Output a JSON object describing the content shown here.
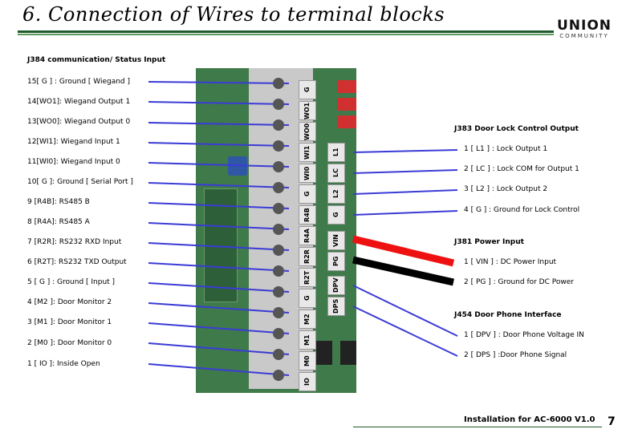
{
  "title": "6. Connection of Wires to terminal blocks",
  "logo": {
    "main": "UNION",
    "sub": "COMMUNITY"
  },
  "j384": {
    "header": "J384 communication/ Status Input",
    "pins": [
      "15[ G ] : Ground [ Wiegand ]",
      "14[WO1]: Wiegand Output 1",
      "13[WO0]: Wiegand Output 0",
      "12[WI1]: Wiegand Input 1",
      "11[WI0]: Wiegand Input 0",
      "10[ G ]: Ground [ Serial Port ]",
      "9 [R4B]: RS485 B",
      "8 [R4A]: RS485 A",
      "7 [R2R]: RS232 RXD Input",
      "6 [R2T]: RS232 TXD Output",
      "5 [ G ] : Ground [ Input ]",
      "4 [M2 ]: Door Monitor 2",
      "3 [M1 ]: Door Monitor 1",
      "2 [M0 ]: Door Monitor 0",
      "1 [ IO ]: Inside Open"
    ],
    "terminal_labels": [
      "G",
      "WO1",
      "WO0",
      "WI1",
      "WI0",
      "G",
      "R4B",
      "R4A",
      "R2R",
      "R2T",
      "G",
      "M2",
      "M1",
      "M0",
      "IO"
    ]
  },
  "j383": {
    "header": "J383 Door Lock Control Output",
    "pins": [
      "1 [ L1 ] : Lock Output 1",
      "2 [ LC ] : Lock COM for Output 1",
      "3 [ L2 ] : Lock Output 2",
      "4 [ G ] : Ground for Lock Control"
    ],
    "terminal_labels": [
      "L1",
      "LC",
      "L2",
      "G"
    ]
  },
  "j381": {
    "header": "J381 Power Input",
    "pins": [
      "1 [ VIN ] : DC Power Input",
      "2 [ PG ] : Ground for DC Power"
    ],
    "terminal_labels": [
      "VIN",
      "PG"
    ]
  },
  "j454": {
    "header": "J454 Door Phone Interface",
    "pins": [
      "1 [ DPV ] : Door Phone Voltage IN",
      "2 [ DPS ] :Door Phone Signal"
    ],
    "terminal_labels": [
      "DPV",
      "DPS"
    ]
  },
  "footer": "Installation for AC-6000 V1.0",
  "page_number": "7",
  "colors": {
    "leader_line": "#3b3bd6",
    "power_wire": "#ee1111",
    "ground_wire": "#000000",
    "title_rule": "#1e5a2a"
  }
}
